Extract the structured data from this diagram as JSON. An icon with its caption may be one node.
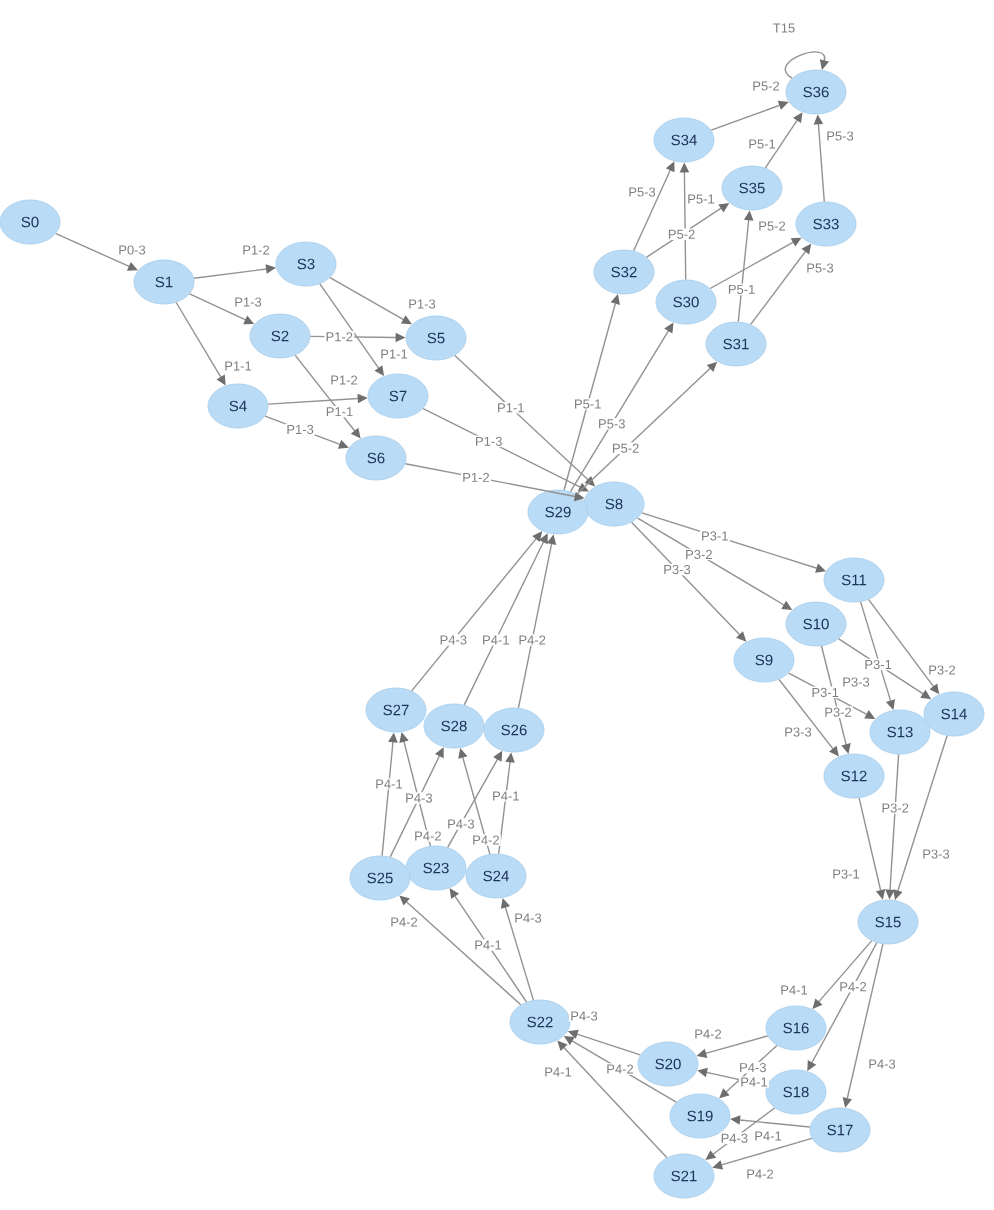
{
  "diagram": {
    "nodes": [
      {
        "text": [
          "S0"
        ]
      },
      {
        "text": [
          "S1"
        ]
      },
      {
        "text": [
          "S2"
        ]
      },
      {
        "text": [
          "S3"
        ]
      },
      {
        "text": [
          "S4"
        ]
      },
      {
        "text": [
          "S5"
        ]
      },
      {
        "text": [
          "S6"
        ]
      },
      {
        "text": [
          "S7"
        ]
      },
      {
        "text": [
          "S8"
        ]
      },
      {
        "text": [
          "S9"
        ]
      },
      {
        "text": [
          "S10"
        ]
      },
      {
        "text": [
          "S11"
        ]
      },
      {
        "text": [
          "S12"
        ]
      },
      {
        "text": [
          "S13"
        ]
      },
      {
        "text": [
          "S14"
        ]
      },
      {
        "text": [
          "S15"
        ]
      },
      {
        "text": [
          "S16"
        ]
      },
      {
        "text": [
          "S17"
        ]
      },
      {
        "text": [
          "S18"
        ]
      },
      {
        "text": [
          "S19"
        ]
      },
      {
        "text": [
          "S20"
        ]
      },
      {
        "text": [
          "S21"
        ]
      },
      {
        "text": [
          "S22"
        ]
      },
      {
        "text": [
          "S23"
        ]
      },
      {
        "text": [
          "S24"
        ]
      },
      {
        "text": [
          "S25"
        ]
      },
      {
        "text": [
          "S26"
        ]
      },
      {
        "text": [
          "S27"
        ]
      },
      {
        "text": [
          "S28"
        ]
      },
      {
        "text": [
          "S29"
        ]
      },
      {
        "text": [
          "S30"
        ]
      },
      {
        "text": [
          "S31"
        ]
      },
      {
        "text": [
          "S32"
        ]
      },
      {
        "text": [
          "S33"
        ]
      },
      {
        "text": [
          "S34"
        ]
      },
      {
        "text": [
          "S35"
        ]
      },
      {
        "text": [
          "S36"
        ]
      }
    ],
    "edges": [
      {
        "from": 0,
        "to": 1,
        "arrow": "to",
        "label": "P0-3"
      },
      {
        "from": 1,
        "to": 3,
        "arrow": "to",
        "label": "P1-2"
      },
      {
        "from": 1,
        "to": 2,
        "arrow": "to",
        "label": "P1-3"
      },
      {
        "from": 1,
        "to": 4,
        "arrow": "to",
        "label": "P1-1"
      },
      {
        "from": 3,
        "to": 5,
        "arrow": "to",
        "label": "P1-3"
      },
      {
        "from": 2,
        "to": 5,
        "arrow": "to",
        "label": "P1-2"
      },
      {
        "from": 3,
        "to": 7,
        "arrow": "to",
        "label": "P1-1"
      },
      {
        "from": 4,
        "to": 7,
        "arrow": "to",
        "label": "P1-2"
      },
      {
        "from": 2,
        "to": 6,
        "arrow": "to",
        "label": "P1-1"
      },
      {
        "from": 4,
        "to": 6,
        "arrow": "to",
        "label": "P1-3"
      },
      {
        "from": 5,
        "to": 8,
        "arrow": "to",
        "label": "P1-1"
      },
      {
        "from": 7,
        "to": 8,
        "arrow": "to",
        "label": "P1-3"
      },
      {
        "from": 6,
        "to": 8,
        "arrow": "to",
        "label": "P1-2"
      },
      {
        "from": 29,
        "to": 32,
        "arrow": "to",
        "label": "P5-1"
      },
      {
        "from": 29,
        "to": 30,
        "arrow": "to",
        "label": "P5-3"
      },
      {
        "from": 29,
        "to": 31,
        "arrow": "to",
        "label": "P5-2"
      },
      {
        "from": 32,
        "to": 34,
        "arrow": "to",
        "label": "P5-3"
      },
      {
        "from": 32,
        "to": 35,
        "arrow": "to",
        "label": "P5-2"
      },
      {
        "from": 30,
        "to": 34,
        "arrow": "to",
        "label": "P5-1"
      },
      {
        "from": 30,
        "to": 33,
        "arrow": "to",
        "label": "P5-2"
      },
      {
        "from": 31,
        "to": 35,
        "arrow": "to",
        "label": "P5-1"
      },
      {
        "from": 31,
        "to": 33,
        "arrow": "to",
        "label": "P5-3"
      },
      {
        "from": 34,
        "to": 36,
        "arrow": "to",
        "label": "P5-2"
      },
      {
        "from": 35,
        "to": 36,
        "arrow": "to",
        "label": "P5-1"
      },
      {
        "from": 33,
        "to": 36,
        "arrow": "to",
        "label": "P5-3"
      },
      {
        "from": 36,
        "to": 36,
        "arrow": "to",
        "label": "T15"
      },
      {
        "from": 8,
        "to": 11,
        "arrow": "to",
        "label": "P3-1"
      },
      {
        "from": 8,
        "to": 10,
        "arrow": "to",
        "label": "P3-2"
      },
      {
        "from": 8,
        "to": 9,
        "arrow": "to",
        "label": "P3-3"
      },
      {
        "from": 11,
        "to": 14,
        "arrow": "to",
        "label": "P3-2"
      },
      {
        "from": 11,
        "to": 13,
        "arrow": "to",
        "label": "P3-3"
      },
      {
        "from": 10,
        "to": 14,
        "arrow": "to",
        "label": "P3-1"
      },
      {
        "from": 9,
        "to": 13,
        "arrow": "to",
        "label": "P3-1"
      },
      {
        "from": 9,
        "to": 12,
        "arrow": "to",
        "label": "P3-3"
      },
      {
        "from": 10,
        "to": 12,
        "arrow": "to",
        "label": "P3-2"
      },
      {
        "from": 12,
        "to": 15,
        "arrow": "to",
        "label": "P3-1"
      },
      {
        "from": 13,
        "to": 15,
        "arrow": "to",
        "label": "P3-2"
      },
      {
        "from": 14,
        "to": 15,
        "arrow": "to",
        "label": "P3-3"
      },
      {
        "from": 15,
        "to": 16,
        "arrow": "to",
        "label": "P4-1"
      },
      {
        "from": 15,
        "to": 18,
        "arrow": "to",
        "label": "P4-2"
      },
      {
        "from": 15,
        "to": 17,
        "arrow": "to",
        "label": "P4-3"
      },
      {
        "from": 16,
        "to": 20,
        "arrow": "to",
        "label": "P4-2"
      },
      {
        "from": 16,
        "to": 19,
        "arrow": "to",
        "label": "P4-3"
      },
      {
        "from": 18,
        "to": 20,
        "arrow": "to",
        "label": "P4-1"
      },
      {
        "from": 17,
        "to": 19,
        "arrow": "to",
        "label": "P4-1"
      },
      {
        "from": 18,
        "to": 21,
        "arrow": "to",
        "label": "P4-3"
      },
      {
        "from": 17,
        "to": 21,
        "arrow": "to",
        "label": "P4-2"
      },
      {
        "from": 20,
        "to": 22,
        "arrow": "to",
        "label": "P4-3"
      },
      {
        "from": 19,
        "to": 22,
        "arrow": "to",
        "label": "P4-2"
      },
      {
        "from": 21,
        "to": 22,
        "arrow": "to",
        "label": "P4-1"
      },
      {
        "from": 22,
        "to": 25,
        "arrow": "to",
        "label": "P4-2"
      },
      {
        "from": 22,
        "to": 23,
        "arrow": "to",
        "label": "P4-1"
      },
      {
        "from": 22,
        "to": 24,
        "arrow": "to",
        "label": "P4-3"
      },
      {
        "from": 25,
        "to": 27,
        "arrow": "to",
        "label": "P4-1"
      },
      {
        "from": 23,
        "to": 27,
        "arrow": "to",
        "label": "P4-2"
      },
      {
        "from": 25,
        "to": 28,
        "arrow": "to",
        "label": "P4-3"
      },
      {
        "from": 24,
        "to": 28,
        "arrow": "to",
        "label": "P4-2"
      },
      {
        "from": 23,
        "to": 26,
        "arrow": "to",
        "label": "P4-3"
      },
      {
        "from": 24,
        "to": 26,
        "arrow": "to",
        "label": "P4-1"
      },
      {
        "from": 27,
        "to": 29,
        "arrow": "to",
        "label": "P4-3"
      },
      {
        "from": 28,
        "to": 29,
        "arrow": "to",
        "label": "P4-1"
      },
      {
        "from": 26,
        "to": 29,
        "arrow": "to",
        "label": "P4-2"
      }
    ]
  }
}
